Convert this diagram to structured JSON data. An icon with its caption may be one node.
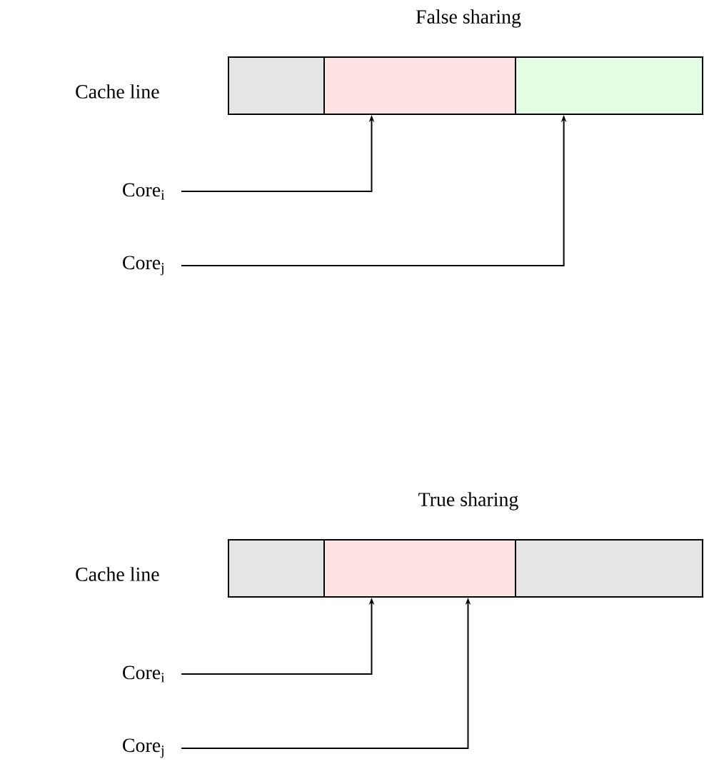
{
  "diagram": {
    "nodes": [
      {
        "text": [],
        "shape": "box"
      },
      {
        "text": [],
        "shape": "box"
      },
      {
        "text": [],
        "shape": "box"
      },
      {
        "text": [
          "Core$_{i}$"
        ]
      },
      {
        "text": [
          "Core$_{j}$"
        ]
      },
      {
        "text": [],
        "shape": "box"
      },
      {
        "text": [],
        "shape": "box"
      },
      {
        "text": [],
        "shape": "box"
      },
      {
        "text": [
          "Core$_{i}$"
        ]
      },
      {
        "text": [
          "Core$_{j}$"
        ]
      }
    ],
    "edges": [
      {
        "from": 3,
        "to": 1,
        "arrow": "to"
      },
      {
        "from": 4,
        "to": 2,
        "arrow": "to"
      },
      {
        "from": 8,
        "to": 6,
        "arrow": "to"
      },
      {
        "from": 9,
        "to": 6,
        "arrow": "to"
      }
    ],
    "labels": [
      "False sharing",
      "Cache line",
      "True sharing",
      "Cache line"
    ]
  }
}
